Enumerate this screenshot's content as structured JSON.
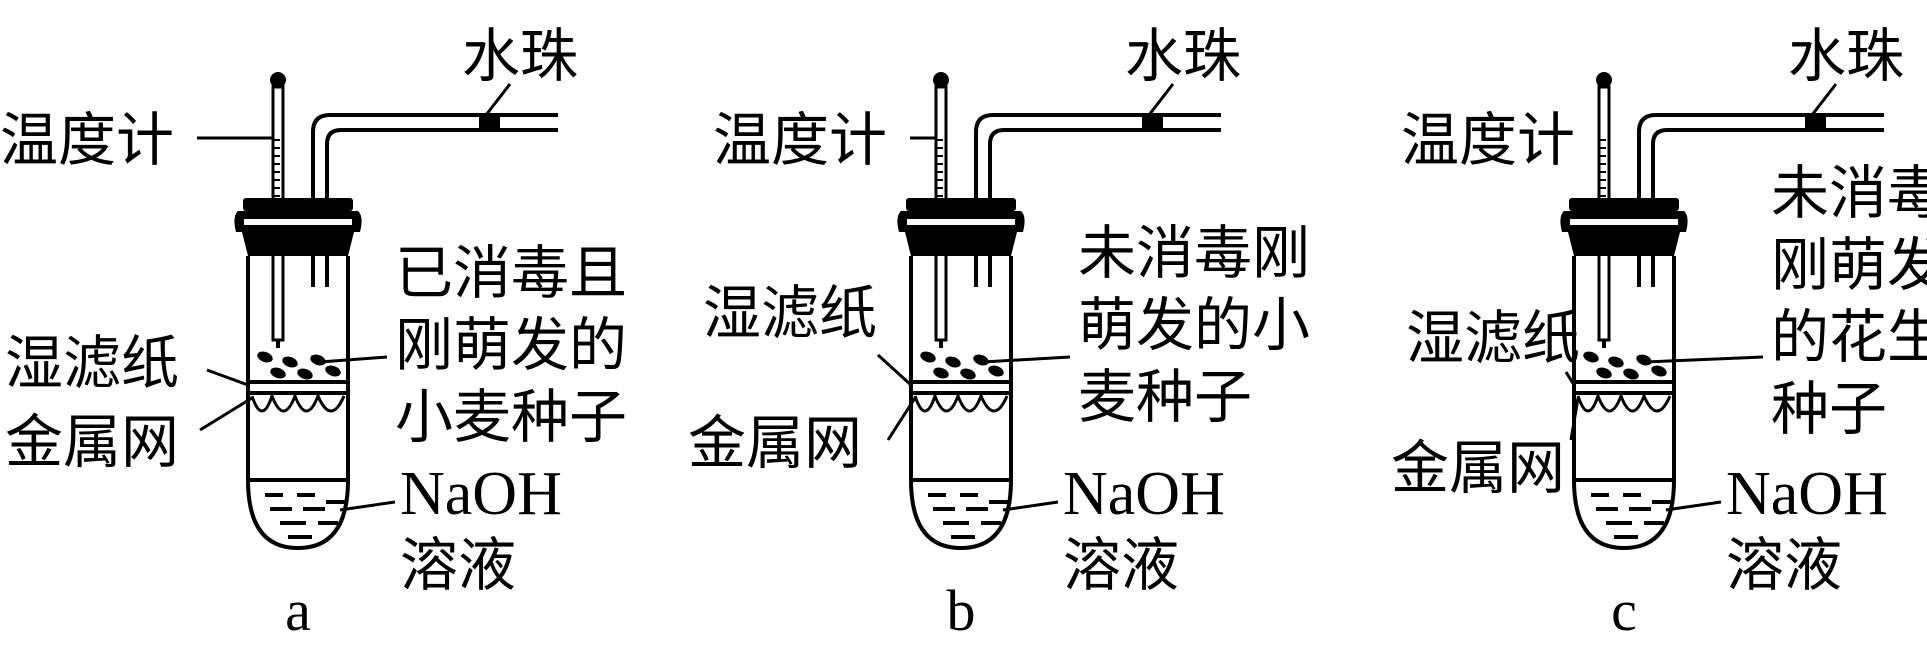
{
  "figure": {
    "colors": {
      "ink": "#000000",
      "background": "#ffffff"
    },
    "panels": [
      {
        "id": "a",
        "caption": "a",
        "thermometer_label": "温度计",
        "droplet_label": "水珠",
        "filter_paper_label": "湿滤纸",
        "mesh_label": "金属网",
        "seed_label_lines": [
          "已消毒且",
          "刚萌发的",
          "小麦种子"
        ],
        "solution_label_lines": [
          "NaOH",
          "溶液"
        ]
      },
      {
        "id": "b",
        "caption": "b",
        "thermometer_label": "温度计",
        "droplet_label": "水珠",
        "filter_paper_label": "湿滤纸",
        "mesh_label": "金属网",
        "seed_label_lines": [
          "未消毒刚",
          "萌发的小",
          "麦种子"
        ],
        "solution_label_lines": [
          "NaOH",
          "溶液"
        ]
      },
      {
        "id": "c",
        "caption": "c",
        "thermometer_label": "温度计",
        "droplet_label": "水珠",
        "filter_paper_label": "湿滤纸",
        "mesh_label": "金属网",
        "seed_label_lines": [
          "未消毒",
          "刚萌发",
          "的花生",
          "种子"
        ],
        "solution_label_lines": [
          "NaOH",
          "溶液"
        ]
      }
    ]
  }
}
